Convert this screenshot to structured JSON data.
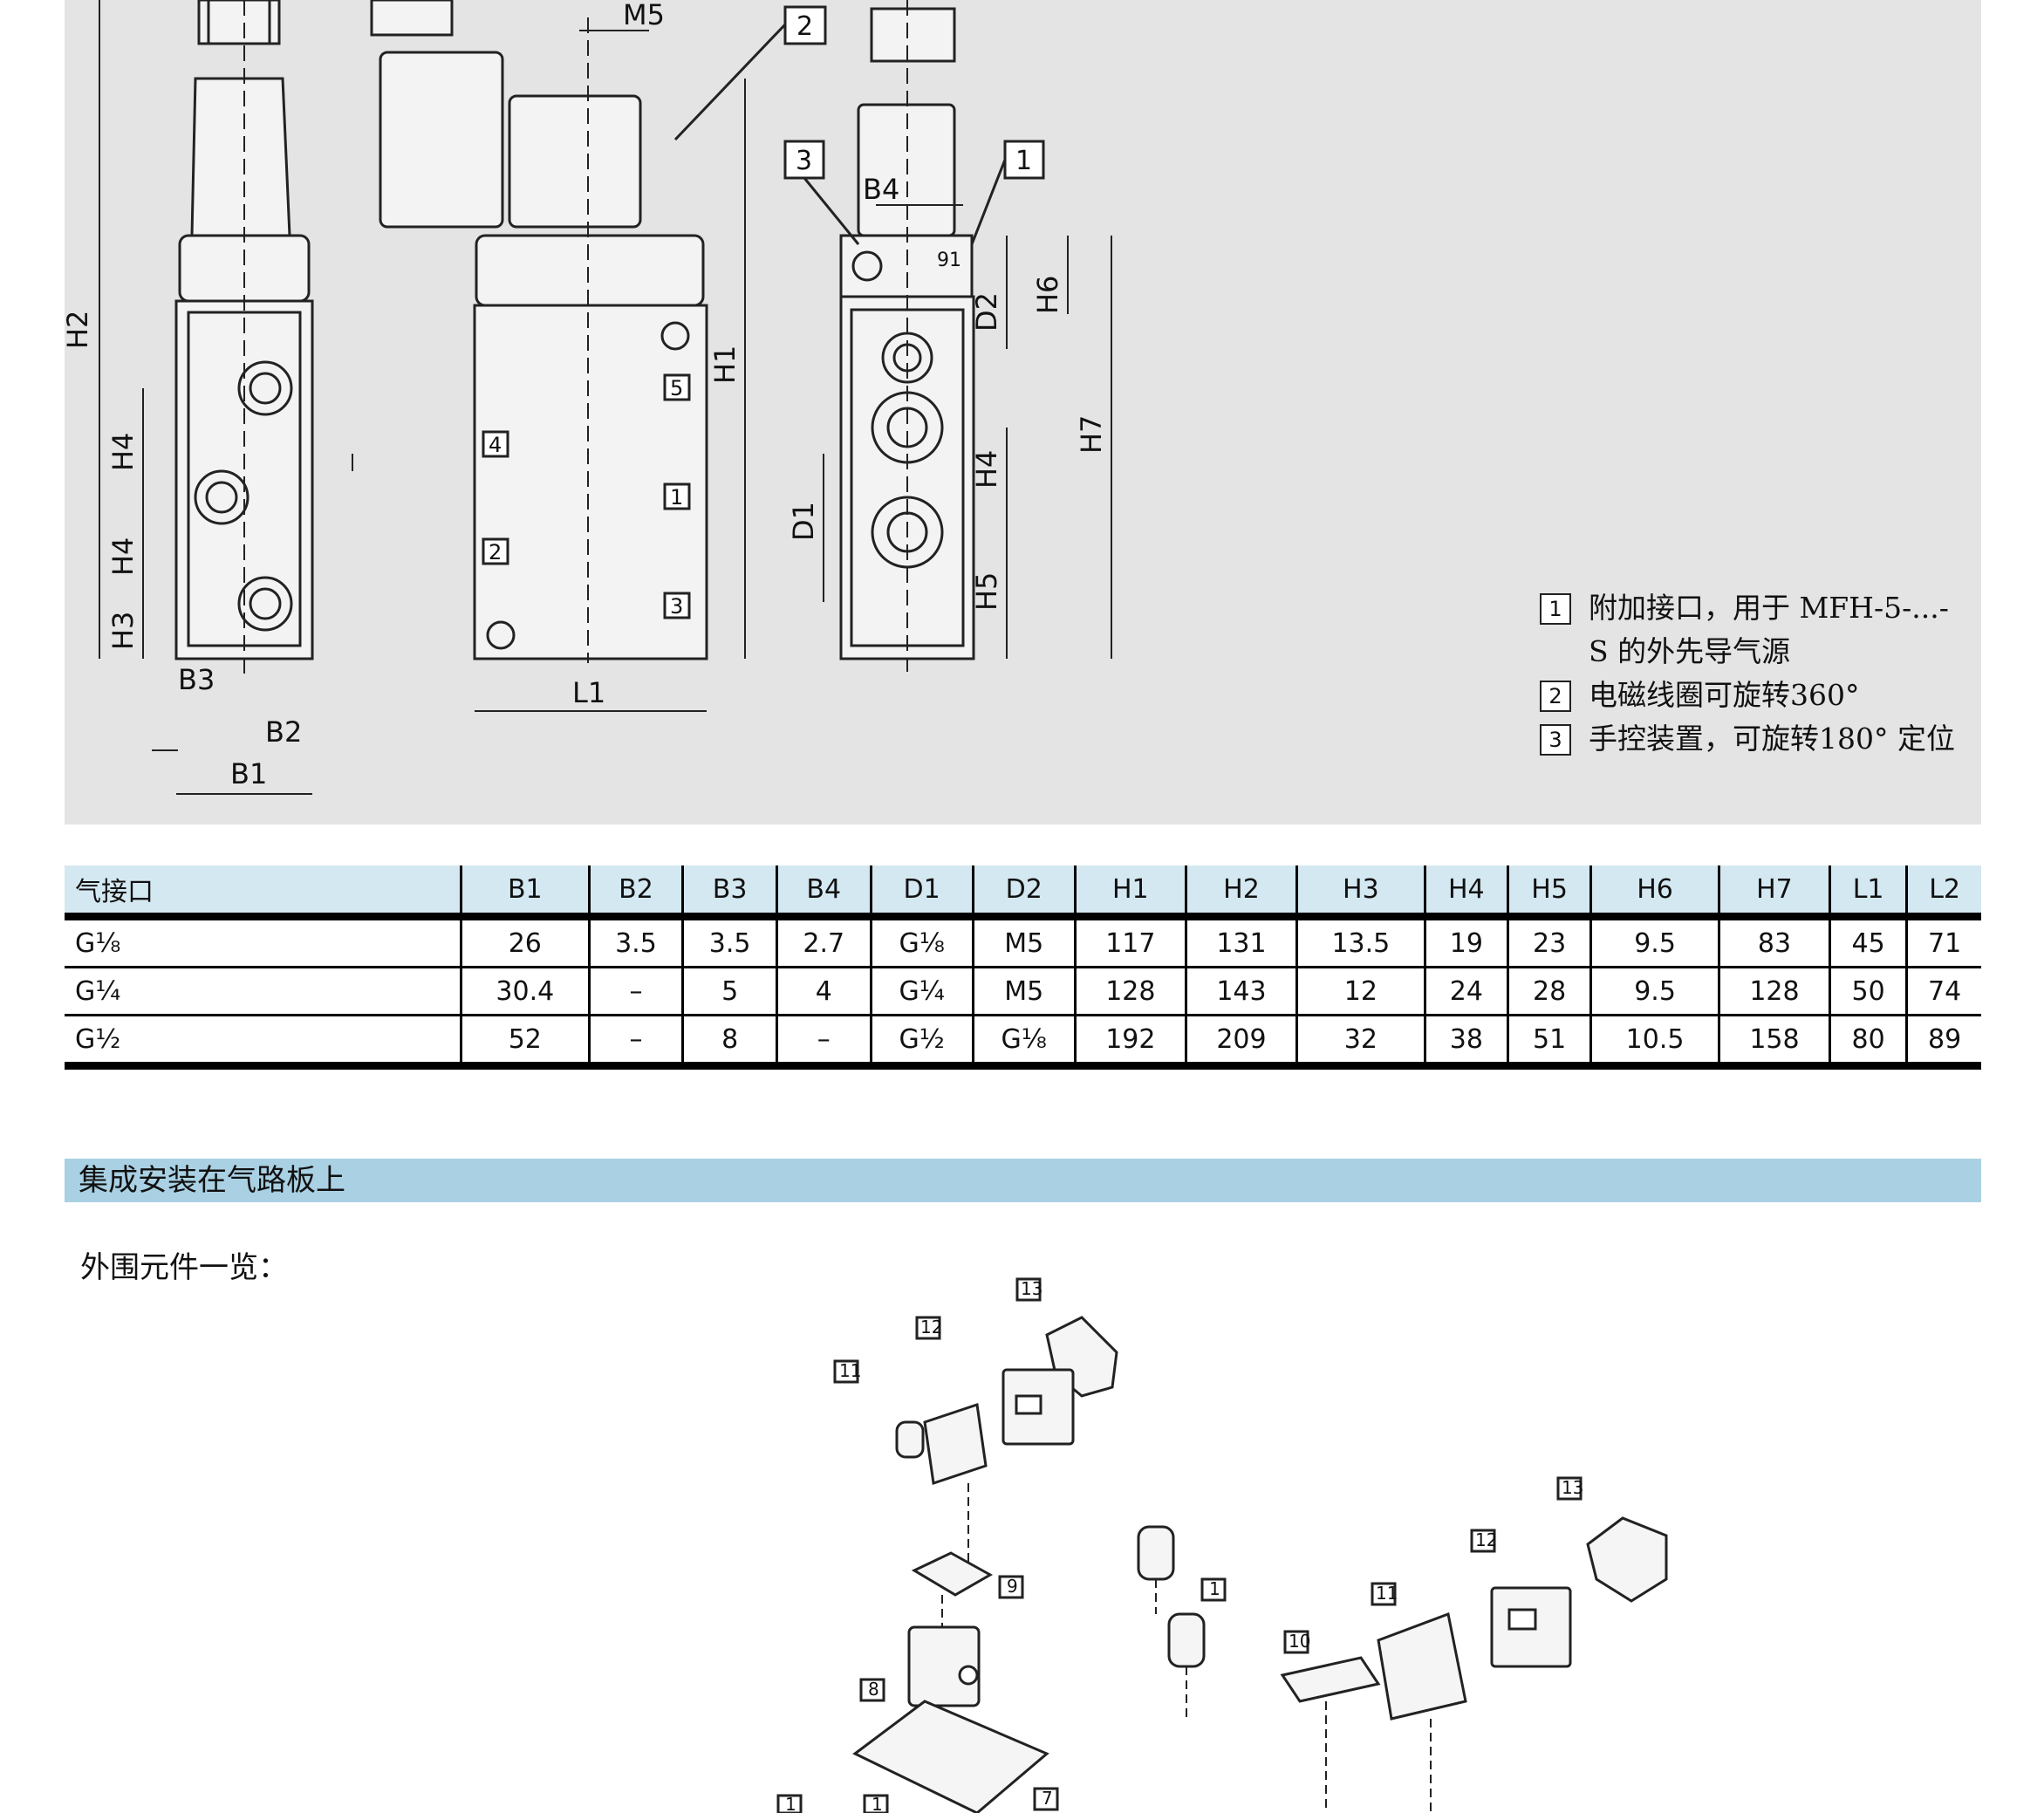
{
  "drawing": {
    "dimension_labels": {
      "M5": "M5",
      "H2": "H2",
      "H1": "H1",
      "H4": "H4",
      "H3": "H3",
      "B1": "B1",
      "B2": "B2",
      "B3": "B3",
      "B4": "B4",
      "L1": "L1",
      "D1": "D1",
      "D2": "D2",
      "H5": "H5",
      "H6": "H6",
      "H7": "H7",
      "angle": "91"
    },
    "port_numbers": [
      "1",
      "2",
      "3",
      "4",
      "5"
    ],
    "callouts": [
      "1",
      "2",
      "3"
    ]
  },
  "legend": [
    {
      "num": "1",
      "text": "附加接口，用于 MFH-5-...-S 的外先导气源"
    },
    {
      "num": "2",
      "text": "电磁线圈可旋转360°"
    },
    {
      "num": "3",
      "text": "手控装置，可旋转180° 定位"
    }
  ],
  "table": {
    "headers": [
      "气接口",
      "B1",
      "B2",
      "B3",
      "B4",
      "D1",
      "D2",
      "H1",
      "H2",
      "H3",
      "H4",
      "H5",
      "H6",
      "H7",
      "L1",
      "L2"
    ],
    "rows": [
      [
        "G⅛",
        "26",
        "3.5",
        "3.5",
        "2.7",
        "G⅛",
        "M5",
        "117",
        "131",
        "13.5",
        "19",
        "23",
        "9.5",
        "83",
        "45",
        "71"
      ],
      [
        "G¼",
        "30.4",
        "–",
        "5",
        "4",
        "G¼",
        "M5",
        "128",
        "143",
        "12",
        "24",
        "28",
        "9.5",
        "128",
        "50",
        "74"
      ],
      [
        "G½",
        "52",
        "–",
        "8",
        "–",
        "G½",
        "G⅛",
        "192",
        "209",
        "32",
        "38",
        "51",
        "10.5",
        "158",
        "80",
        "89"
      ]
    ]
  },
  "section": {
    "title": "集成安装在气路板上"
  },
  "intro": {
    "text": "外围元件一览："
  },
  "exploded": {
    "callouts": [
      "13",
      "12",
      "11",
      "9",
      "8",
      "1",
      "1",
      "10",
      "13",
      "12",
      "11",
      "7",
      "1"
    ]
  }
}
